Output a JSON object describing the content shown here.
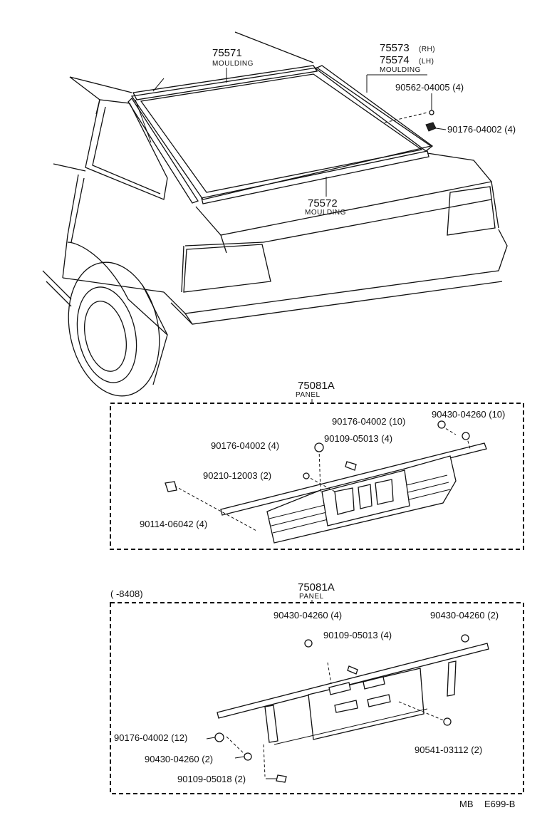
{
  "diagram": {
    "top": {
      "moulding_upper": {
        "number": "75571",
        "name": "MOULDING"
      },
      "moulding_side_rh": "75573",
      "moulding_side_rh_suffix": "(RH)",
      "moulding_side_lh": "75574",
      "moulding_side_lh_suffix": "(LH)",
      "moulding_side_name": "MOULDING",
      "clip_a": "90562-04005 (4)",
      "nut_a": "90176-04002 (4)",
      "moulding_lower": {
        "number": "75572",
        "name": "MOULDING"
      }
    },
    "panel1": {
      "number": "75081A",
      "name": "PANEL",
      "callouts": [
        "90176-04002 (10)",
        "90430-04260 (10)",
        "90176-04002 (4)",
        "90109-05013 (4)",
        "90210-12003 (2)",
        "90114-06042 (4)"
      ]
    },
    "panel2": {
      "range": "(      -8408)",
      "number": "75081A",
      "name": "PANEL",
      "callouts": [
        "90430-04260 (4)",
        "90430-04260 (2)",
        "90109-05013 (4)",
        "90176-04002 (12)",
        "90430-04260 (2)",
        "90109-05018 (2)",
        "90541-03112 (2)"
      ]
    },
    "footer": {
      "code": "MB",
      "ref": "E699-B"
    }
  }
}
